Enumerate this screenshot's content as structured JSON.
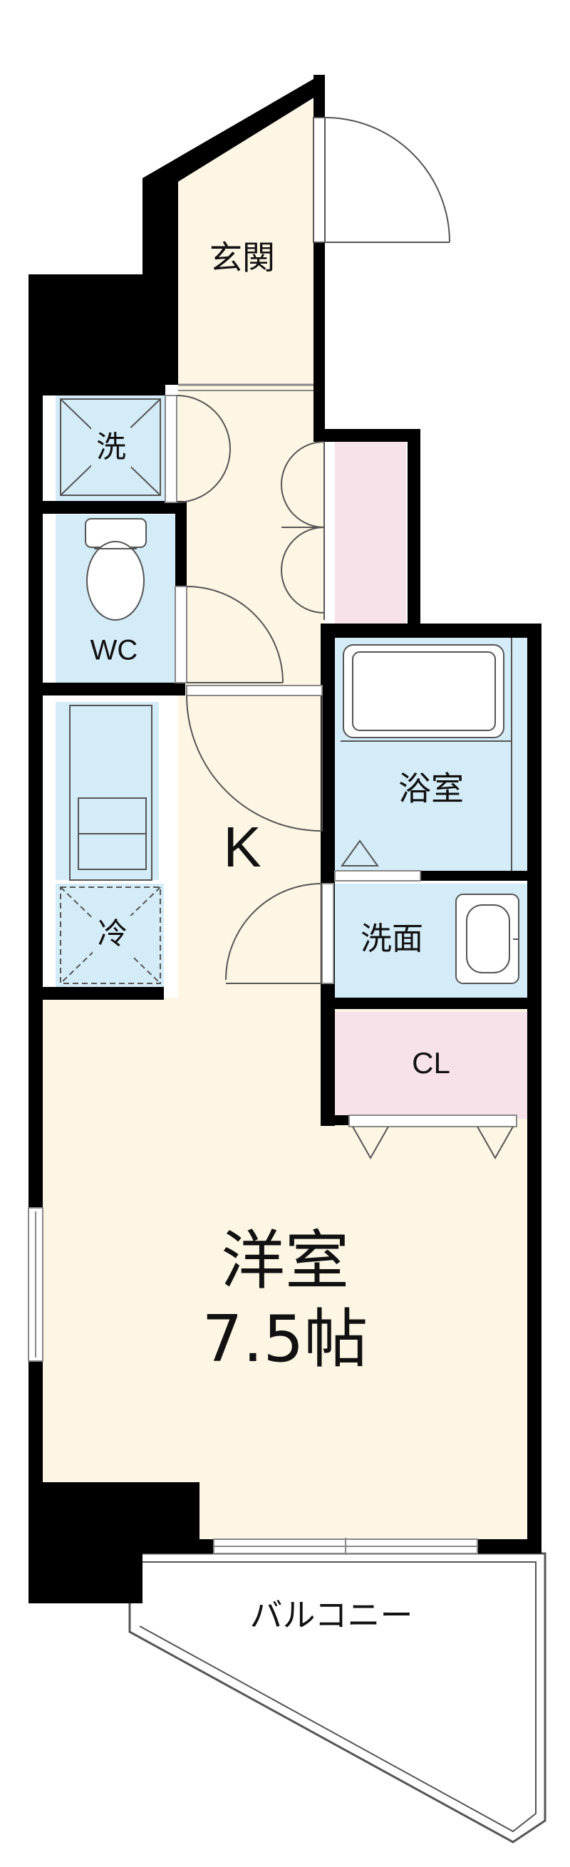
{
  "colors": {
    "wood_floor": "#fdf6e4",
    "wet_area": "#d4ecf7",
    "closet": "#f8e2ea",
    "wall": "#000000",
    "balcony": "#ffffff"
  },
  "rooms": {
    "entrance": "玄関",
    "washer": "洗",
    "toilet": "WC",
    "kitchen": "K",
    "fridge": "冷",
    "bath": "浴室",
    "washroom": "洗面",
    "closet": "CL",
    "western_room": "洋室",
    "western_room_size": "7.5帖",
    "balcony": "バルコニー"
  }
}
